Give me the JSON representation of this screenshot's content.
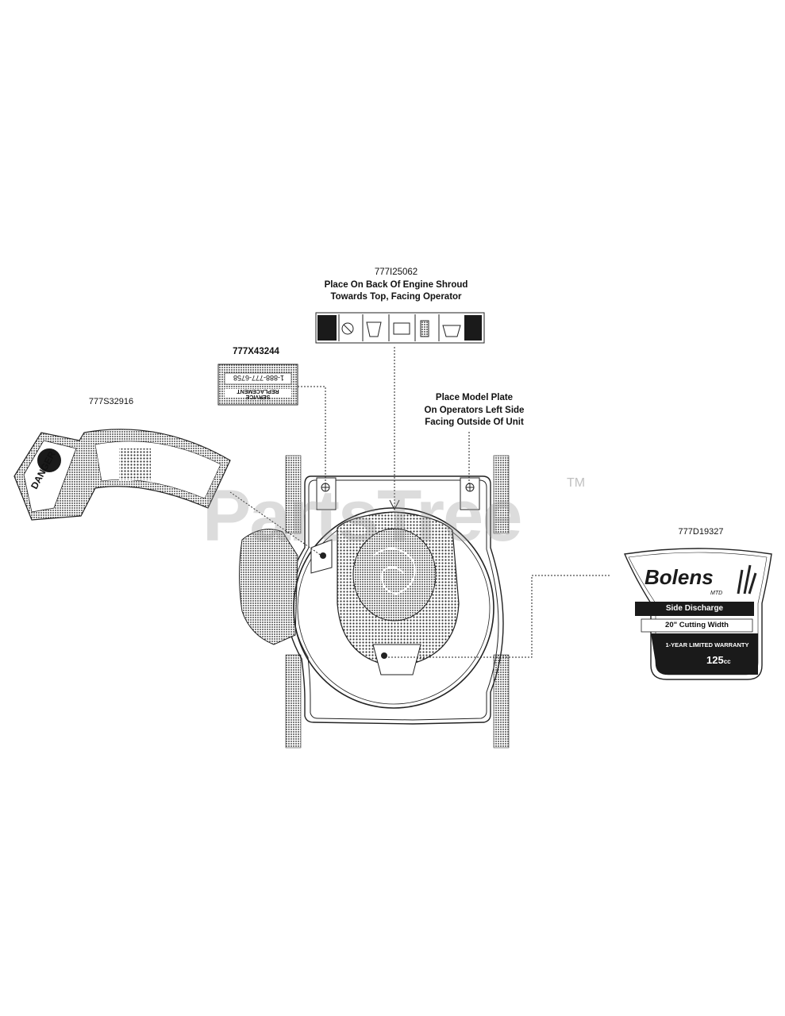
{
  "title": {
    "part_number": "777I25062",
    "line1": "Place On Back Of Engine Shroud",
    "line2": "Towards Top, Facing Operator"
  },
  "labels": {
    "x43244": "777X43244",
    "s32916": "777S32916",
    "d19327": "777D19327",
    "model_plate_line1": "Place Model Plate",
    "model_plate_line2": "On Operators Left Side",
    "model_plate_line3": "Facing Outside Of Unit"
  },
  "decals": {
    "danger_word": "DANGER",
    "service_top": "1-888-777-6758",
    "service_text": "SERVICE REPLACEMENT",
    "bolens_brand": "Bolens",
    "bolens_sub": "MTD",
    "side_discharge": "Side Discharge",
    "cutting_width": "20\" Cutting Width",
    "warranty": "1-YEAR LIMITED WARRANTY",
    "engine_cc": "125",
    "engine_unit": "cc"
  },
  "watermark": {
    "text": "PartsTree",
    "tm": "TM"
  },
  "colors": {
    "line": "#222222",
    "watermark": "#999999",
    "decal_dark": "#1a1a1a"
  }
}
